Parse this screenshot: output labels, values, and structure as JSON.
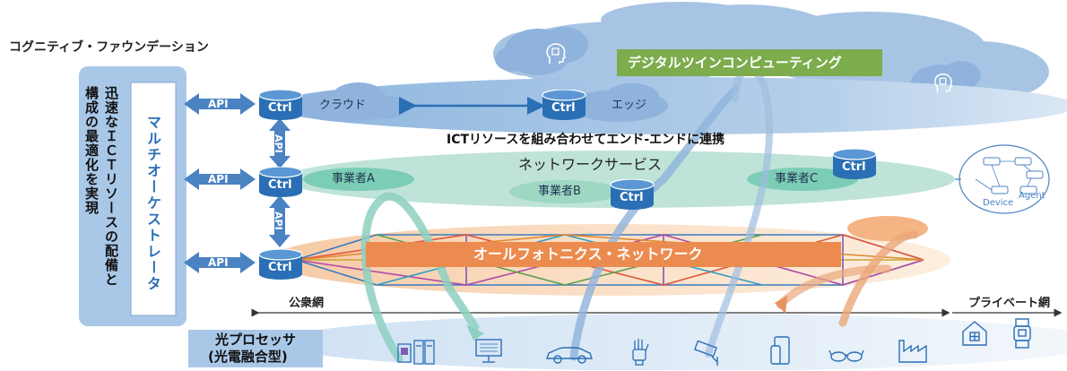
{
  "title": "コグニティブ・ファウンデーション",
  "left_panel": {
    "outer_text_col1": "迅速なＩＣＴリソースの配備と",
    "outer_text_col2": "構成の最適化を実現",
    "inner_text": "マルチオーケストレータ"
  },
  "api_label": "API",
  "ctrl_label": "Ctrl",
  "digital_twin_label": "デジタルツインコンピューティング",
  "cloud_label": "クラウド",
  "edge_label": "エッジ",
  "ict_caption": "ICTリソースを組み合わせてエンド-エンドに連携",
  "network_service_label": "ネットワークサービス",
  "operators": [
    "事業者A",
    "事業者B",
    "事業者C"
  ],
  "apn_label": "オールフォトニクス・ネットワーク",
  "public_net_label": "公衆網",
  "private_net_label": "プライベート網",
  "optical_processor": {
    "line1": "光プロセッサ",
    "line2": "(光電融合型)"
  },
  "device_label": "Device",
  "agent_label": "Agent",
  "icons": [
    "server-icon",
    "monitor-icon",
    "car-icon",
    "robot-hand-icon",
    "camera-icon",
    "smartphone-icon",
    "glasses-icon",
    "factory-icon",
    "house-icon",
    "smartwatch-icon"
  ],
  "colors": {
    "panel_blue": "#a9c8e8",
    "ctrl_blue": "#2a6fb5",
    "dt_green": "#7cac4c",
    "apn_orange": "#ec8b4f",
    "service_teal": "#bfe3d8"
  }
}
